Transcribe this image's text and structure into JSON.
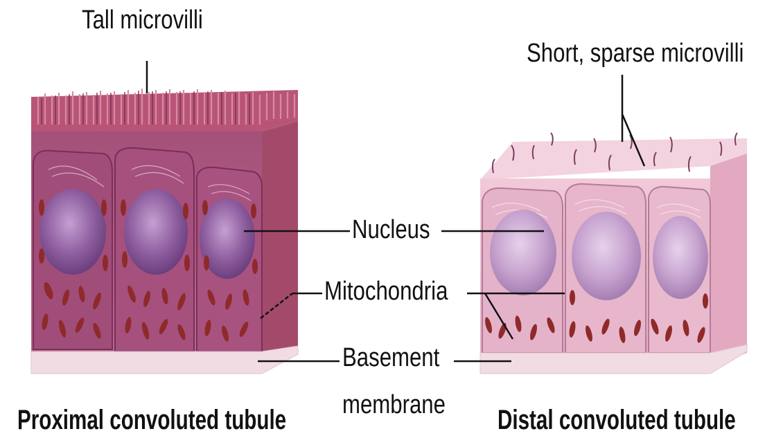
{
  "labels": {
    "tall_microvilli": "Tall microvilli",
    "short_microvilli": "Short, sparse microvilli",
    "nucleus": "Nucleus",
    "mitochondria": "Mitochondria",
    "basement_line1": "Basement",
    "basement_line2": "membrane",
    "proximal": "Proximal convoluted tubule",
    "distal": "Distal convoluted tubule"
  },
  "colors": {
    "pct_apical": "#b3506e",
    "pct_cytoplasm": "#9a4872",
    "pct_nucleus": "#8a5a9a",
    "dct_apical": "#f0c6d6",
    "dct_cytoplasm": "#d9a0bb",
    "dct_nucleus": "#b894c6",
    "mitochondria": "#8e2a2a",
    "basement": "#f3dde4",
    "leader": "#111111"
  }
}
